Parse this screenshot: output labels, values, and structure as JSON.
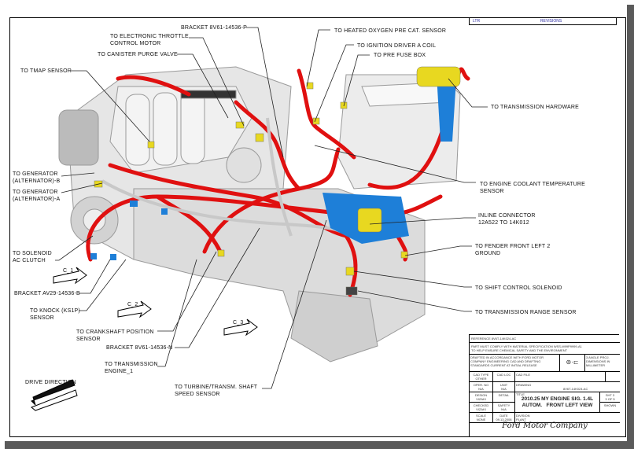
{
  "revisions": {
    "ltr": "LTR",
    "label": "REVISIONS"
  },
  "callouts": {
    "bracket_p": "BRACKET 8V61-14536-P",
    "throttle": "TO ELECTRONIC THROTTLE\nCONTROL MOTOR",
    "canister": "TO CANISTER PURGE VALVE",
    "tmap": "TO TMAP SENSOR",
    "gen_b": "TO GENERATOR\n(ALTERNATOR)-B",
    "gen_a": "TO GENERATOR\n(ALTERNATOR)-A",
    "solenoid": "TO SOLENOID\nAC CLUTCH",
    "bracket_b": "BRACKET AV29-14536-B",
    "knock": "TO KNOCK (KS1P)\nSENSOR",
    "crank": "TO CRANKSHAFT POSITION\nSENSOR",
    "bracket_n": "BRACKET 8V61-14536-N",
    "trans_engine": "TO TRANSMISSION\nENGINE_1",
    "turbine": "TO TURBINE/TRANSM. SHAFT\nSPEED SENSOR",
    "oxygen": "TO HEATED OXYGEN PRE CAT. SENSOR",
    "ignition": "TO IGNITION DRIVER A COIL",
    "prefuse": "TO PRE FUSE BOX",
    "trans_hw": "TO TRANSMISSION HARDWARE",
    "coolant": "TO ENGINE COOLANT TEMPERATURE\nSENSOR",
    "inline": "INLINE CONNECTOR\n12A522 TO 14K012",
    "fender": "TO FENDER FRONT LEFT 2\nGROUND",
    "shift": "TO SHIFT CONTROL SOLENOID",
    "range": "TO TRANSMISSION RANGE SENSOR"
  },
  "views": {
    "c1": "C_1",
    "c2": "C_2",
    "c3": "C_3"
  },
  "drive_direction": "DRIVE DIRECTION",
  "title_block": {
    "reference": "REFERENCE   8V6T-14K024-AC",
    "compliance": "PART MUST COMPLY WITH MATERIAL SPECIFICATION WSS-M99P9999-A1\nTO HELP ENSURE CHEMICAL SAFETY AND THE ENVIRONMENT",
    "drafted": "DRAFTED IN ACCORDANCE WITH FORD MOTOR\nCOMPANY ENGINEERING CAD AND DRAFTING\nSTANDARDS CURRENT AT INITIAL RELEASE",
    "projection": "3 ANGLE PROJ.\nDIMENSIONS IN\nMILLIMETER",
    "cad_type": "CAD TYPE\nOTHER",
    "cad_loc": "CAD LOC",
    "cad_file": "CAD FILE",
    "oper_no": "OPER. NO\nN/A",
    "unit": "UNIT\nN/A",
    "drawing": "DRAWING",
    "drawing_no": "8V6T-14K024-AC",
    "design": "DESIGN\nVIZAKI",
    "detail": "DETAIL",
    "title_label": "TITLE",
    "title_line1": "2010.25 MY ENGINE SIG. 1.4L",
    "title_line2": "AUTOM.   FRONT LEFT VIEW",
    "sheet": "SHT 3\n3 OF 5",
    "checked": "CHECKED\nVIZAKI",
    "safety": "SAFETY\nN/A",
    "shown": "SHOWN",
    "scale": "SCALE\nNONE",
    "date": "DATE\n09.13.2008",
    "division": "DIVISION\nPLANT",
    "company": "Ford Motor Company"
  },
  "colors": {
    "wire": "#e01010",
    "connector": "#1e7fd8",
    "plug": "#e8d820",
    "engine": "#e4e4e4"
  }
}
